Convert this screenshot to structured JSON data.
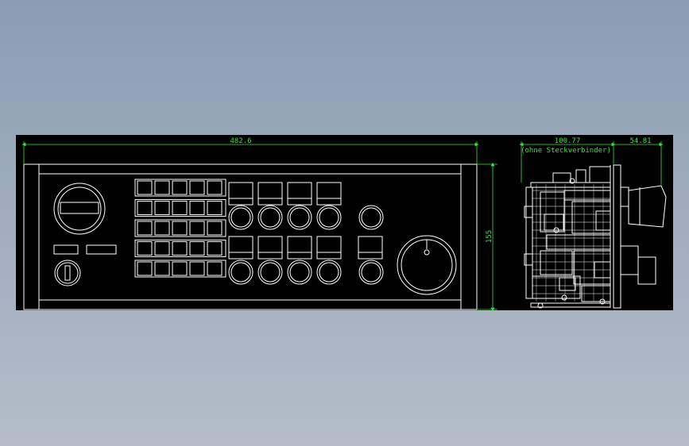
{
  "drawing": {
    "background_color": "#000000",
    "line_color": "#ffffff",
    "dimension_color": "#33e833",
    "dimensions": {
      "overall_width": "482.6",
      "panel_height": "155",
      "depth_without_connector": "100.77",
      "depth_note": "(ohne Steckverbinder)",
      "front_depth": "54.81"
    },
    "front_view": {
      "key_rows": 5,
      "keys_per_row": 5,
      "indicator_columns": 4,
      "handwheel": true,
      "key_switch": true,
      "selector_knob": true
    },
    "side_view": {
      "mushroom_button": true
    }
  }
}
